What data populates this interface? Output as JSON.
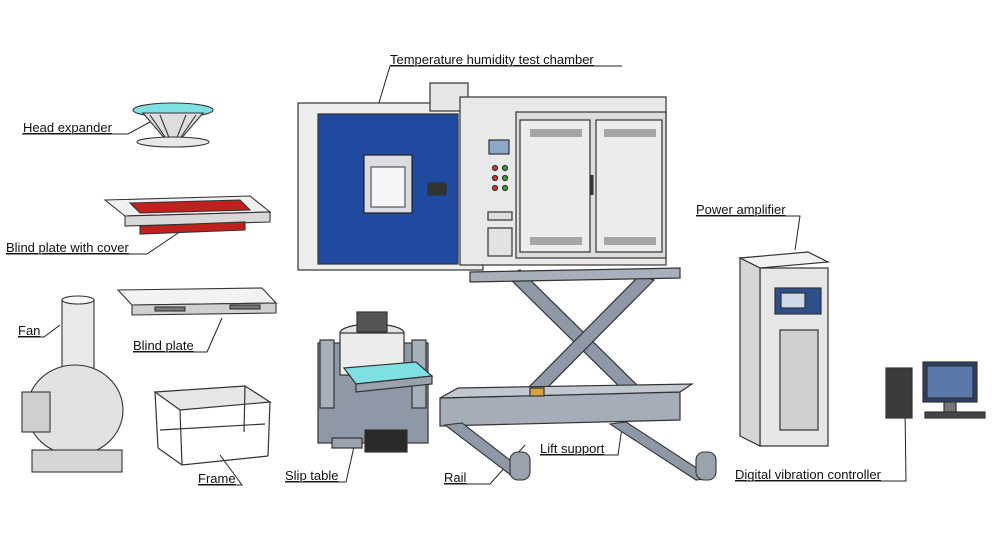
{
  "labels": {
    "chamber": "Temperature humidity test chamber",
    "head_expander": "Head expander",
    "blind_plate_cover": "Blind plate with cover",
    "fan": "Fan",
    "blind_plate": "Blind plate",
    "frame": "Frame",
    "slip_table": "Slip table",
    "rail": "Rail",
    "lift_support": "Lift support",
    "power_amplifier": "Power amplifier",
    "controller": "Digital vibration controller"
  },
  "colors": {
    "chamber_door": "#1f4aa0",
    "steel": "#8f98a6",
    "panel": "#e8e8e8",
    "red_cover": "#c0211e",
    "cyan_top": "#7fe0e4",
    "outline": "#333333"
  }
}
